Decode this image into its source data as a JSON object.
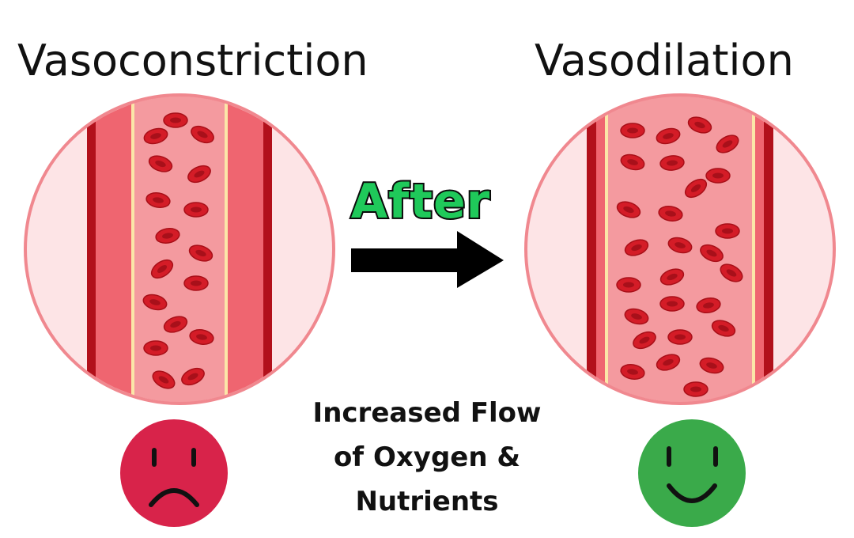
{
  "titles": {
    "left": "Vasoconstriction",
    "right": "Vasodilation"
  },
  "arrow": {
    "label": "After"
  },
  "caption": {
    "line1": "Increased Flow",
    "line2": "of Oxygen &",
    "line3": "Nutrients"
  },
  "faces": {
    "left": "sad-face-icon",
    "right": "happy-face-icon"
  },
  "colors": {
    "sad_face": "#d8234a",
    "happy_face": "#3aaa4a",
    "after_text": "#1fc95a",
    "vessel_wall": "#ef6570",
    "blood_lumen": "#f49a9f",
    "red_cell": "#d41c27"
  }
}
